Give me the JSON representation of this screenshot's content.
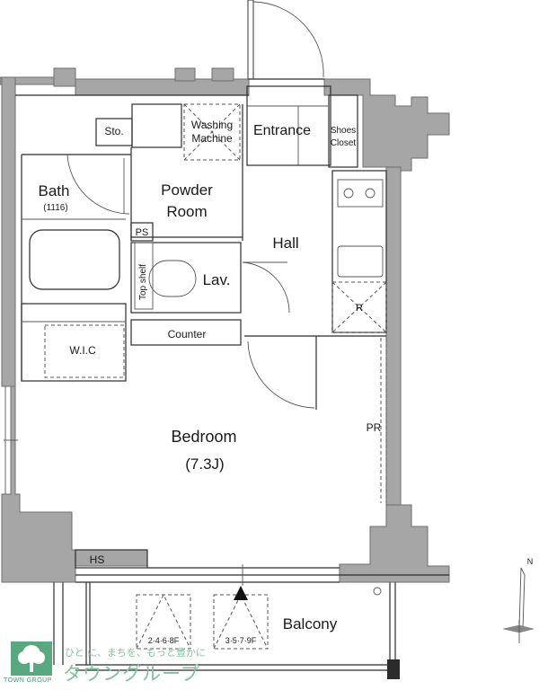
{
  "rooms": {
    "sto": "Sto.",
    "washing_line1": "Washing",
    "washing_line2": "Machine",
    "entrance": "Entrance",
    "shoes_line1": "Shoes",
    "shoes_line2": "Closet",
    "bath": "Bath",
    "bath_size": "(1116)",
    "powder_line1": "Powder",
    "powder_line2": "Room",
    "ps": "PS",
    "hall": "Hall",
    "top_shelf": "Top shelf",
    "lav": "Lav.",
    "r": "R",
    "wic": "W.I.C",
    "counter": "Counter",
    "bedroom": "Bedroom",
    "bedroom_size": "(7.3J)",
    "pr": "PR",
    "hs": "HS",
    "balcony": "Balcony",
    "ladder_left": "2·4·6·8F",
    "ladder_right": "3·5·7·9F"
  },
  "compass": {
    "north": "N"
  },
  "watermark": {
    "company_en": "TOWN GROUP",
    "tagline_jp": "ひと に、まちを、もっと豊かに",
    "company_jp": "タウングループ"
  },
  "colors": {
    "wall": "#a6a6a6",
    "brand_green": "#3c9a6a"
  }
}
